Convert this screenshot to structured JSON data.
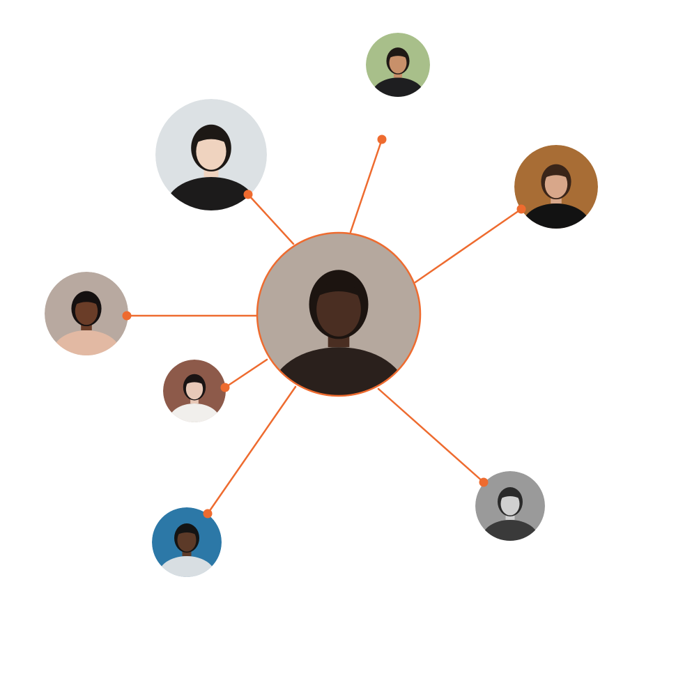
{
  "diagram": {
    "type": "network-hub",
    "accent_color": "#EE6B2F",
    "background_color": "#FFFFFF",
    "hub": {
      "name": "center-avatar",
      "description_icon": "person-avatar-icon",
      "bg": "#B5A89E",
      "skin": "#4A2E22",
      "hair": "#1C1410",
      "shirt": "#2A201C"
    },
    "spokes": [
      {
        "name": "avatar-woman-black-hair",
        "icon": "person-avatar-icon",
        "has_connector": true,
        "bg": "#DCE1E4",
        "skin": "#EFD3BF",
        "hair": "#1D1815",
        "shirt": "#1C1B1B"
      },
      {
        "name": "avatar-bearded-man-top",
        "icon": "person-avatar-icon",
        "has_connector": false,
        "bg": "#A8BF8A",
        "skin": "#C8906A",
        "hair": "#1F1915",
        "shirt": "#1E1E20"
      },
      {
        "name": "avatar-man-scarf",
        "icon": "person-avatar-icon",
        "has_connector": true,
        "bg": "#A86D35",
        "skin": "#D8A78A",
        "hair": "#3A2519",
        "shirt": "#121212"
      },
      {
        "name": "avatar-woman-curly-hair",
        "icon": "person-avatar-icon",
        "has_connector": true,
        "bg": "#B8A9A0",
        "skin": "#6A3D28",
        "hair": "#151010",
        "shirt": "#E2B9A3"
      },
      {
        "name": "avatar-woman-small",
        "icon": "person-avatar-icon",
        "has_connector": true,
        "bg": "#8D5A4A",
        "skin": "#E8C9B8",
        "hair": "#1A1414",
        "shirt": "#F1EFEC"
      },
      {
        "name": "avatar-man-sunglasses",
        "icon": "person-avatar-icon",
        "has_connector": true,
        "bg": "#2C78A7",
        "skin": "#5C3A28",
        "hair": "#141414",
        "shirt": "#D8DEE2"
      },
      {
        "name": "avatar-man-monochrome",
        "icon": "person-avatar-icon",
        "has_connector": true,
        "bg": "#9A9A9A",
        "skin": "#D0D0D0",
        "hair": "#2A2A2A",
        "shirt": "#3A3A3A"
      }
    ],
    "empty_connector": {
      "name": "empty-connector-dot",
      "has_connector": true
    }
  }
}
